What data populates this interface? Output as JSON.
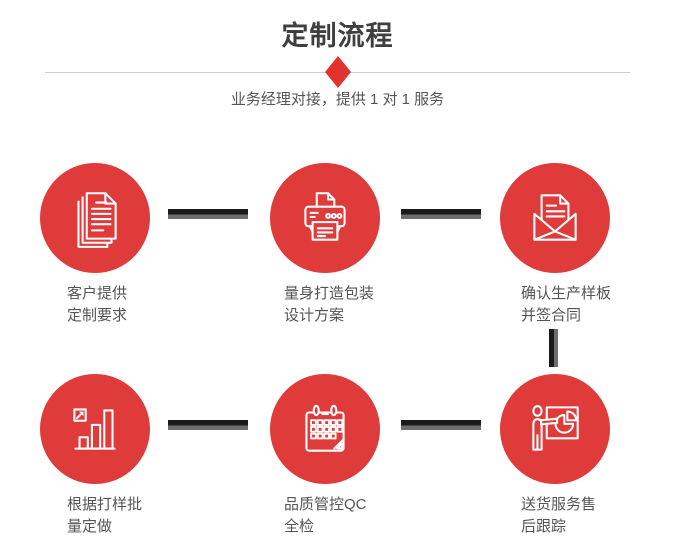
{
  "header": {
    "title": "定制流程",
    "subtitle": "业务经理对接，提供 1 对 1 服务"
  },
  "colors": {
    "circle_red": "#df3b3b",
    "diamond_red": "#e23331",
    "title_text": "#3f3f3f",
    "body_text": "#555555",
    "divider_line": "#cbcbcb",
    "connector_dark": "#1a1a1a",
    "connector_gray": "#6e6e6e"
  },
  "steps": [
    {
      "icon": "documents-icon",
      "label_line1": "客户提供",
      "label_line2": "定制要求"
    },
    {
      "icon": "printer-icon",
      "label_line1": "量身打造包装",
      "label_line2": "设计方案"
    },
    {
      "icon": "envelope-icon",
      "label_line1": "确认生产样板",
      "label_line2": "并签合同"
    },
    {
      "icon": "bar-chart-icon",
      "label_line1": "根据打样批",
      "label_line2": "量定做"
    },
    {
      "icon": "calendar-icon",
      "label_line1": "品质管控QC",
      "label_line2": "全检"
    },
    {
      "icon": "presentation-icon",
      "label_line1": "送货服务售",
      "label_line2": "后跟踪"
    }
  ]
}
